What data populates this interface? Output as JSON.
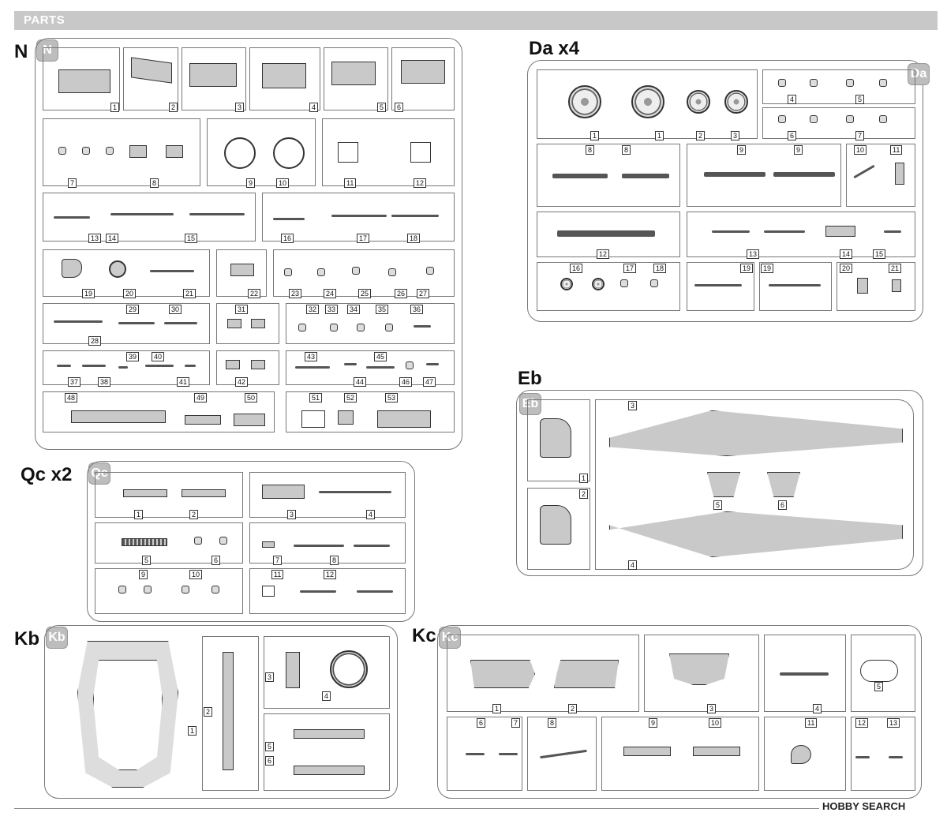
{
  "header": {
    "title": "PARTS"
  },
  "sprues": {
    "N": {
      "label": "N",
      "badge": "N",
      "nums": [
        "1",
        "2",
        "3",
        "4",
        "5",
        "6",
        "7",
        "8",
        "9",
        "10",
        "11",
        "12",
        "13",
        "14",
        "15",
        "16",
        "17",
        "18",
        "19",
        "20",
        "21",
        "22",
        "23",
        "24",
        "25",
        "26",
        "27",
        "28",
        "29",
        "30",
        "31",
        "32",
        "33",
        "34",
        "35",
        "36",
        "37",
        "38",
        "39",
        "40",
        "41",
        "42",
        "43",
        "44",
        "45",
        "46",
        "47",
        "48",
        "49",
        "50",
        "51",
        "52",
        "53"
      ]
    },
    "Da": {
      "label": "Da x4",
      "badge": "Da",
      "nums": [
        "1",
        "1",
        "2",
        "3",
        "4",
        "5",
        "6",
        "7",
        "8",
        "8",
        "9",
        "9",
        "10",
        "11",
        "12",
        "13",
        "14",
        "15",
        "16",
        "17",
        "18",
        "19",
        "19",
        "20",
        "21"
      ]
    },
    "Eb": {
      "label": "Eb",
      "badge": "Eb",
      "nums": [
        "1",
        "2",
        "3",
        "4",
        "5",
        "6"
      ]
    },
    "Qc": {
      "label": "Qc x2",
      "badge": "Qc",
      "nums": [
        "1",
        "2",
        "3",
        "4",
        "5",
        "6",
        "7",
        "8",
        "9",
        "10",
        "11",
        "12"
      ]
    },
    "Kb": {
      "label": "Kb",
      "badge": "Kb",
      "nums": [
        "1",
        "2",
        "3",
        "4",
        "5",
        "6"
      ]
    },
    "Kc": {
      "label": "Kc",
      "badge": "Kc",
      "nums": [
        "1",
        "2",
        "3",
        "4",
        "5",
        "6",
        "7",
        "8",
        "9",
        "10",
        "11",
        "12",
        "13"
      ]
    }
  },
  "footer": {
    "watermark": "HOBBY SEARCH"
  }
}
